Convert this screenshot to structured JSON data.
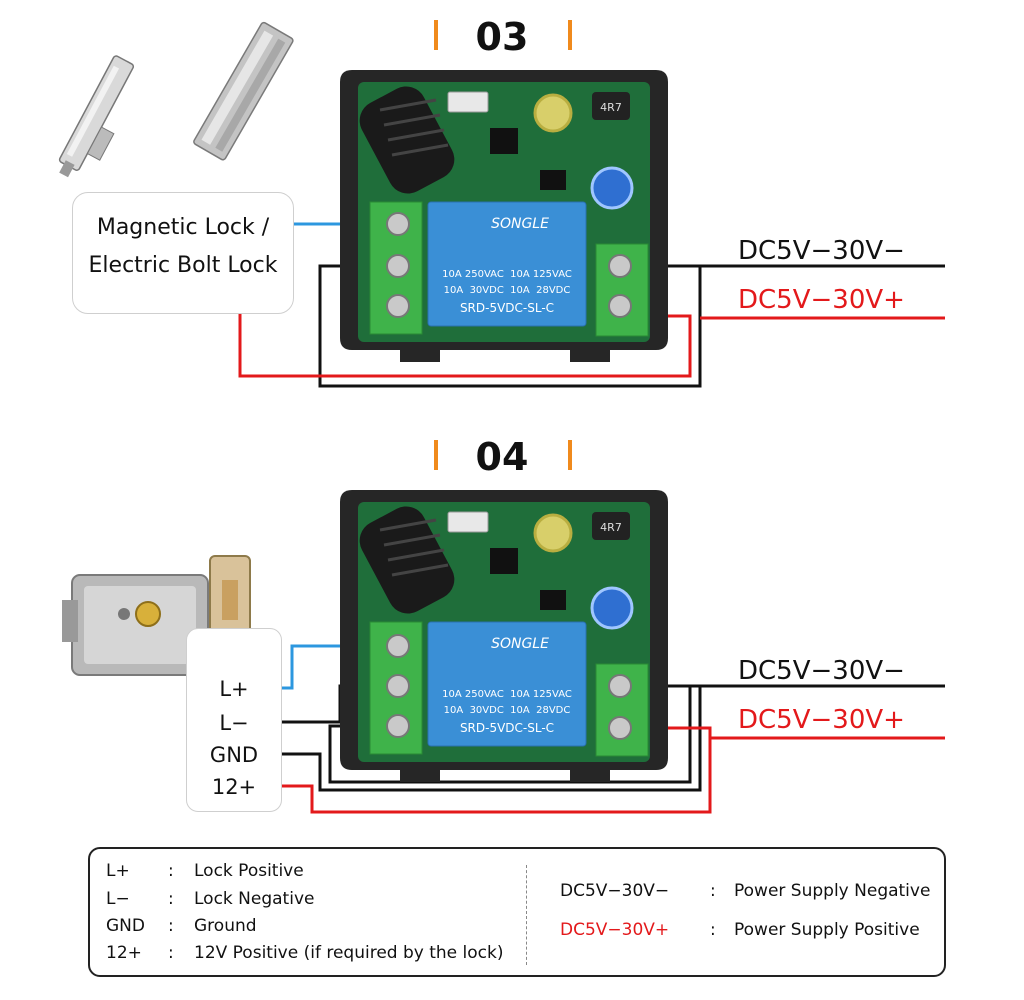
{
  "sections": [
    {
      "number": "03",
      "device_labels": [
        "Magnetic Lock /",
        "Electric Bolt Lock"
      ],
      "power_negative": "DC5V−30V−",
      "power_positive": "DC5V−30V+"
    },
    {
      "number": "04",
      "lock_terminals": [
        "L+",
        "L−",
        "GND",
        "12+"
      ],
      "power_negative": "DC5V−30V−",
      "power_positive": "DC5V−30V+"
    }
  ],
  "relay": {
    "brand": "SONGLE",
    "rating1": "10A 250VAC  10A 125VAC",
    "rating2": "10A  30VDC  10A  28VDC",
    "model": "SRD-5VDC-SL-C",
    "inductor": "4R7"
  },
  "legend": {
    "left": [
      {
        "key": "L+",
        "sep": ":",
        "desc": "Lock Positive"
      },
      {
        "key": "L−",
        "sep": ":",
        "desc": "Lock Negative"
      },
      {
        "key": "GND",
        "sep": ":",
        "desc": "Ground"
      },
      {
        "key": "12+",
        "sep": ":",
        "desc": "12V Positive (if required by the lock)"
      }
    ],
    "right": [
      {
        "key": "DC5V−30V−",
        "sep": ":",
        "desc": "Power Supply Negative"
      },
      {
        "key": "DC5V−30V+",
        "sep": ":",
        "desc": "Power Supply Positive"
      }
    ]
  },
  "colors": {
    "wire_red": "#e3191b",
    "wire_blue": "#2c97df",
    "wire_black": "#111111",
    "accent_orange": "#f08a1c",
    "board_green": "#1f6e3a",
    "terminal_green": "#3fb34a",
    "relay_blue": "#3a8fd6"
  }
}
